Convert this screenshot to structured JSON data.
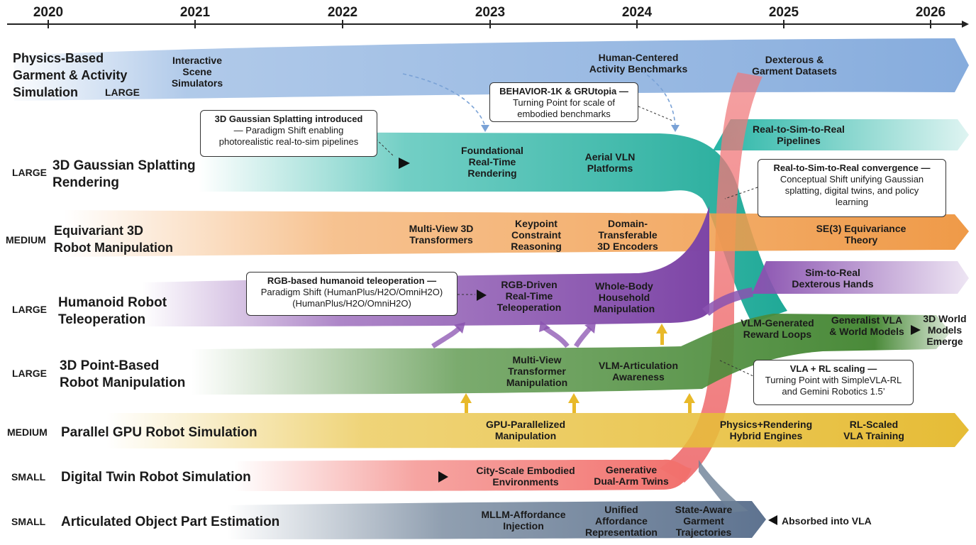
{
  "timeline": {
    "years": [
      "2020",
      "2021",
      "2022",
      "2023",
      "2024",
      "2025",
      "2026"
    ]
  },
  "colors": {
    "blue": "#8fb3e0",
    "teal": "#27b5a6",
    "orange": "#f2a154",
    "purple": "#8a52b0",
    "green": "#4f8f3e",
    "yellow": "#e8c13e",
    "red": "#f27d79",
    "slate": "#6b7f96",
    "pink_trunk": "#f0787a",
    "connector_purple": "#8a52b0",
    "connector_yellow": "#e8b92a"
  },
  "streams": [
    {
      "id": "garment",
      "label": [
        "Physics-Based",
        "Garment & Activity",
        "Simulation"
      ],
      "size": "LARGE",
      "milestones": [
        {
          "lines": [
            "Interactive",
            "Scene",
            "Simulators"
          ]
        },
        {
          "lines": [
            "Human-Centered",
            "Activity Benchmarks"
          ]
        },
        {
          "lines": [
            "Dexterous &",
            "Garment Datasets"
          ]
        }
      ]
    },
    {
      "id": "gaussian",
      "label": [
        "3D Gaussian Splatting",
        "Rendering"
      ],
      "size": "LARGE",
      "milestones": [
        {
          "lines": [
            "Foundational",
            "Real-Time",
            "Rendering"
          ]
        },
        {
          "lines": [
            "Aerial VLN",
            "Platforms"
          ]
        },
        {
          "lines": [
            "Real-to-Sim-to-Real",
            "Pipelines"
          ]
        }
      ]
    },
    {
      "id": "equivariant",
      "label": [
        "Equivariant 3D",
        "Robot Manipulation"
      ],
      "size": "MEDIUM",
      "milestones": [
        {
          "lines": [
            "Multi-View 3D",
            "Transformers"
          ]
        },
        {
          "lines": [
            "Keypoint",
            "Constraint",
            "Reasoning"
          ]
        },
        {
          "lines": [
            "Domain-",
            "Transferable",
            "3D Encoders"
          ]
        },
        {
          "lines": [
            "SE(3) Equivariance",
            "Theory"
          ]
        }
      ]
    },
    {
      "id": "humanoid",
      "label": [
        "Humanoid Robot",
        "Teleoperation"
      ],
      "size": "LARGE",
      "milestones": [
        {
          "lines": [
            "RGB-Driven",
            "Real-Time",
            "Teleoperation"
          ]
        },
        {
          "lines": [
            "Whole-Body",
            "Household",
            "Manipulation"
          ]
        },
        {
          "lines": [
            "Sim-to-Real",
            "Dexterous Hands"
          ]
        }
      ]
    },
    {
      "id": "pointbased",
      "label": [
        "3D Point-Based",
        "Robot Manipulation"
      ],
      "size": "LARGE",
      "milestones": [
        {
          "lines": [
            "Multi-View",
            "Transformer",
            "Manipulation"
          ]
        },
        {
          "lines": [
            "VLM-Articulation",
            "Awareness"
          ]
        },
        {
          "lines": [
            "VLM-Generated",
            "Reward Loops"
          ]
        },
        {
          "lines": [
            "Generalist VLA",
            "& World Models"
          ]
        }
      ],
      "outcome": [
        "3D World",
        "Models",
        "Emerge"
      ]
    },
    {
      "id": "gpu",
      "label": [
        "Parallel GPU Robot Simulation"
      ],
      "size": "MEDIUM",
      "milestones": [
        {
          "lines": [
            "GPU-Parallelized",
            "Manipulation"
          ]
        },
        {
          "lines": [
            "Physics+Rendering",
            "Hybrid Engines"
          ]
        },
        {
          "lines": [
            "RL-Scaled",
            "VLA Training"
          ]
        }
      ]
    },
    {
      "id": "digitaltwin",
      "label": [
        "Digital Twin Robot Simulation"
      ],
      "size": "SMALL",
      "milestones": [
        {
          "lines": [
            "City-Scale Embodied",
            "Environments"
          ]
        },
        {
          "lines": [
            "Generative",
            "Dual-Arm Twins"
          ]
        }
      ]
    },
    {
      "id": "articulated",
      "label": [
        "Articulated Object Part Estimation"
      ],
      "size": "SMALL",
      "milestones": [
        {
          "lines": [
            "MLLM-Affordance",
            "Injection"
          ]
        },
        {
          "lines": [
            "Unified",
            "Affordance",
            "Representation"
          ]
        },
        {
          "lines": [
            "State-Aware",
            "Garment",
            "Trajectories"
          ]
        }
      ],
      "outcome": [
        "Absorbed into VLA"
      ]
    }
  ],
  "callouts": [
    {
      "id": "gaussian",
      "title": "3D Gaussian Splatting introduced",
      "body": [
        "— Paradigm Shift enabling",
        "photorealistic real-to-sim pipelines"
      ]
    },
    {
      "id": "behavior",
      "title": "BEHAVIOR-1K & GRUtopia —",
      "body": [
        "Turning Point for scale of",
        "embodied benchmarks"
      ]
    },
    {
      "id": "convergence",
      "title": "Real-to-Sim-to-Real convergence —",
      "body": [
        "Conceptual Shift unifying Gaussian",
        "splatting, digital twins, and policy",
        "learning"
      ]
    },
    {
      "id": "rgb",
      "title": "RGB-based humanoid teleoperation —",
      "body": [
        "Paradigm Shift (HumanPlus/H2O/OmniH2O)",
        "(HumanPlus/H2O/OmniH2O)"
      ]
    },
    {
      "id": "vlarl",
      "title": "VLA + RL scaling —",
      "body": [
        "Turning Point with SimpleVLA-RL",
        "and Gemini Robotics 1.5’"
      ]
    }
  ]
}
